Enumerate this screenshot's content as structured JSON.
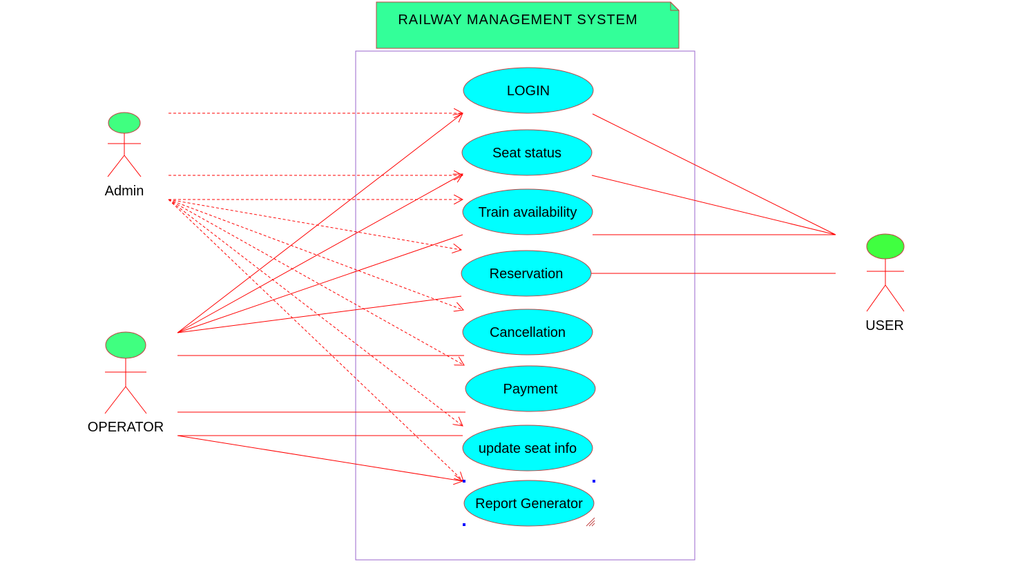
{
  "diagram": {
    "title": "RAILWAY MANAGEMENT SYSTEM",
    "colors": {
      "line": "#ff0000",
      "usecase_fill": "#00ffff",
      "actor_head": "#40ff80",
      "user_head": "#40ff40",
      "note_fill": "#33ff99",
      "boundary": "#9966cc",
      "selection_handle": "#0000ff"
    },
    "actors": {
      "admin": {
        "label": "Admin"
      },
      "operator": {
        "label": "OPERATOR"
      },
      "user": {
        "label": "USER"
      }
    },
    "use_cases": {
      "login": "LOGIN",
      "seat_status": "Seat status",
      "train_availability": "Train availability",
      "reservation": "Reservation",
      "cancellation": "Cancellation",
      "payment": "Payment",
      "update_seat_info": "update seat info",
      "report_generator": "Report Generator"
    }
  }
}
